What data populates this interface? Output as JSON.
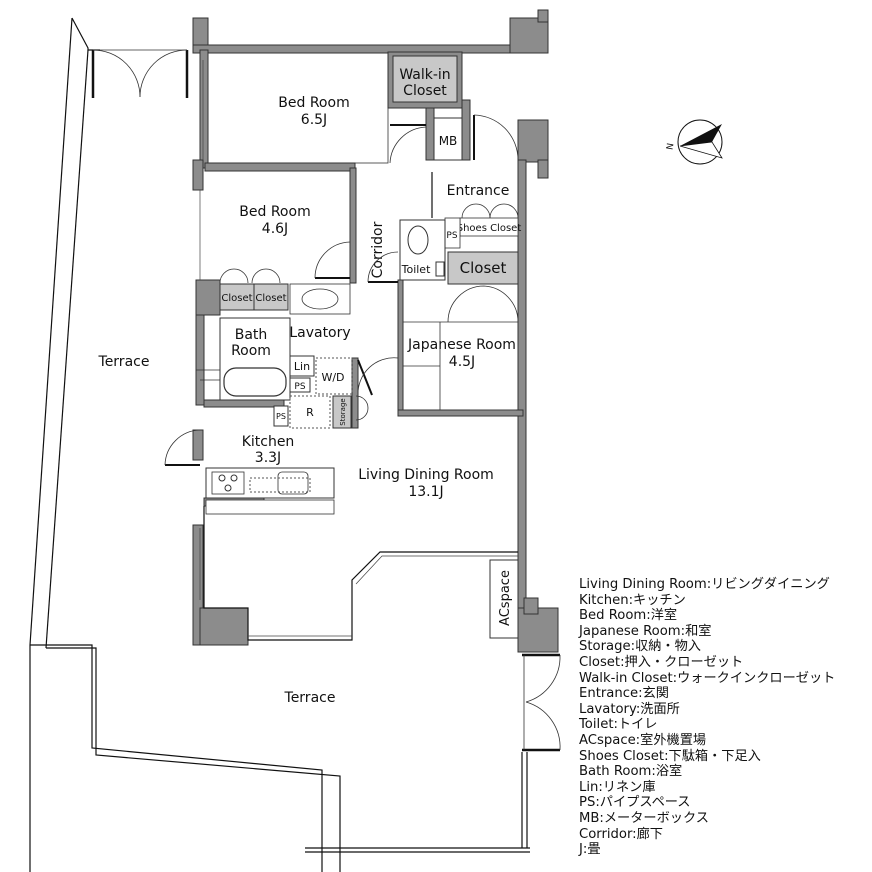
{
  "rooms": {
    "bed1": {
      "name": "Bed Room",
      "size": "6.5J"
    },
    "bed2": {
      "name": "Bed Room",
      "size": "4.6J"
    },
    "walkin": {
      "line1": "Walk-in",
      "line2": "Closet"
    },
    "mb": "MB",
    "entrance": "Entrance",
    "shoes": "Shoes Closet",
    "ps_entrance": "PS",
    "corridor": "Corridor",
    "toilet": "Toilet",
    "closet_big": "Closet",
    "closet_a": "Closet",
    "closet_b": "Closet",
    "bath": {
      "line1": "Bath",
      "line2": "Room"
    },
    "lavatory": "Lavatory",
    "lin": "Lin",
    "wd": "W/D",
    "ps_bath": "PS",
    "ps_kitchen": "PS",
    "r": "R",
    "storage": "Storage",
    "japanese": {
      "name": "Japanese Room",
      "size": "4.5J"
    },
    "kitchen": {
      "name": "Kitchen",
      "size": "3.3J"
    },
    "ldk": {
      "name": "Living Dining Room",
      "size": "13.1J"
    },
    "acspace": "ACspace",
    "terrace_left": "Terrace",
    "terrace_bottom": "Terrace",
    "north": "N"
  },
  "legend": [
    "Living Dining Room:リビングダイニング",
    "Kitchen:キッチン",
    "Bed Room:洋室",
    "Japanese Room:和室",
    "Storage:収納・物入",
    "Closet:押入・クローゼット",
    "Walk-in Closet:ウォークインクローゼット",
    "Entrance:玄関",
    "Lavatory:洗面所",
    "Toilet:トイレ",
    "ACspace:室外機置場",
    "Shoes Closet:下駄箱・下足入",
    "Bath Room:浴室",
    "Lin:リネン庫",
    "PS:パイプスペース",
    "MB:メーターボックス",
    "Corridor:廊下",
    "J:畳"
  ]
}
